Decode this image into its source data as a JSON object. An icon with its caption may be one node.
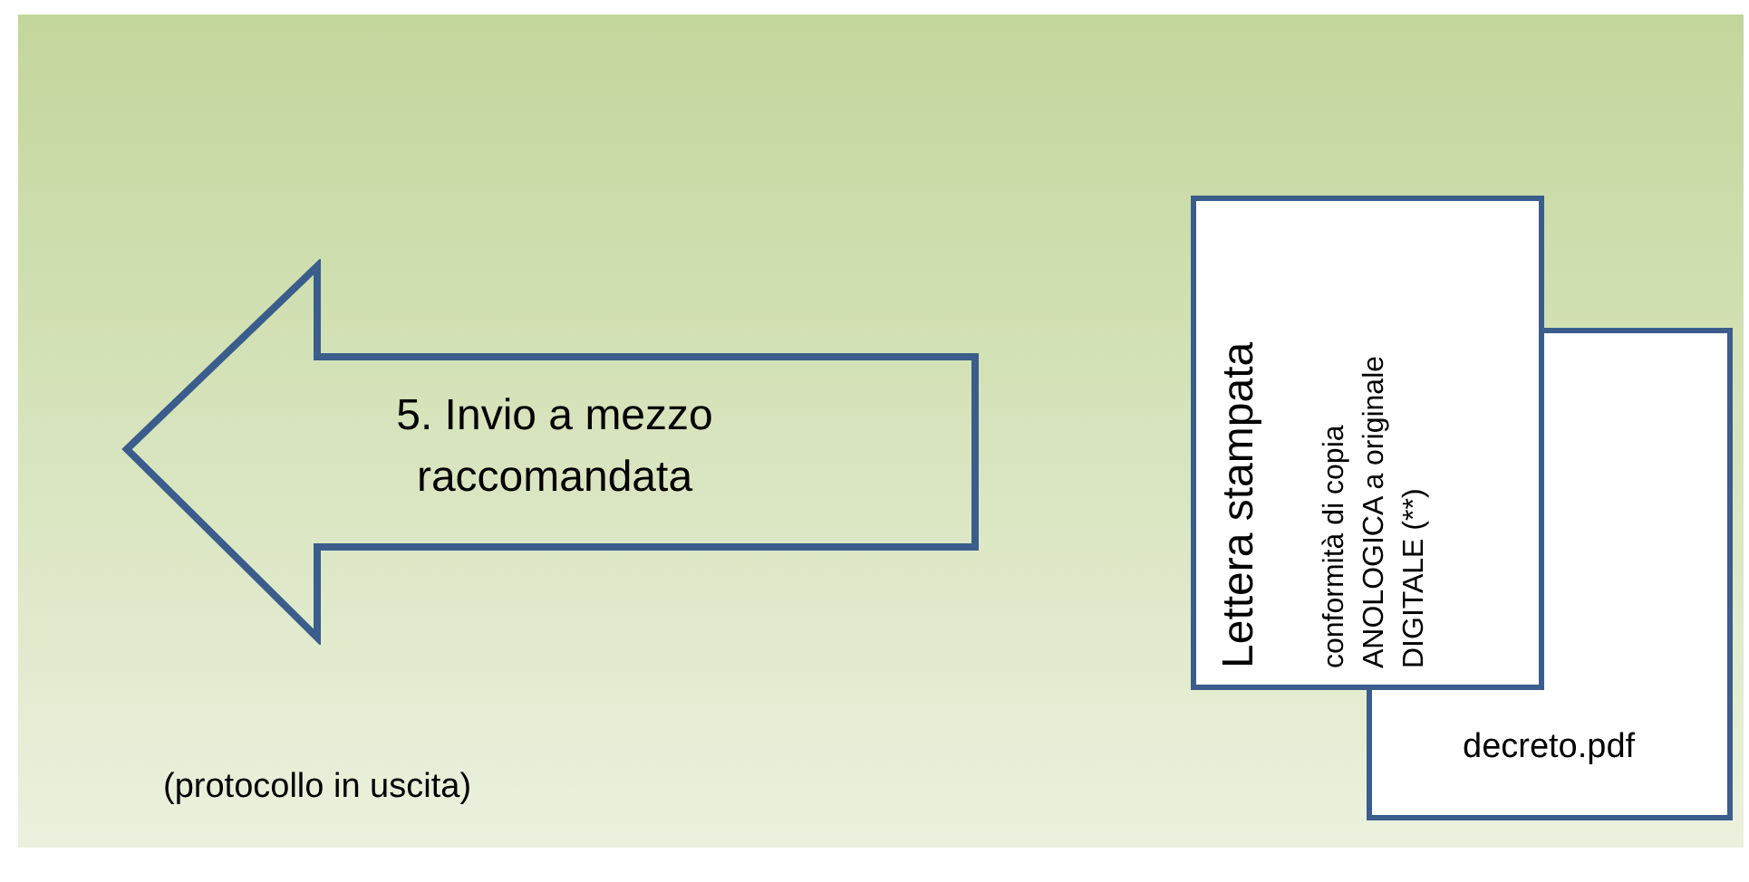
{
  "diagram": {
    "nodes": [
      {
        "text": [
          "5. Invio a mezzo raccomandata"
        ]
      },
      {
        "text": [
          "decreto.pdf"
        ]
      },
      {
        "text": [
          "Lettera stampata",
          "conformità di copia ANOLOGICA a originale DIGITALE (**)"
        ]
      }
    ],
    "labels": [
      "(protocollo in uscita)"
    ]
  }
}
